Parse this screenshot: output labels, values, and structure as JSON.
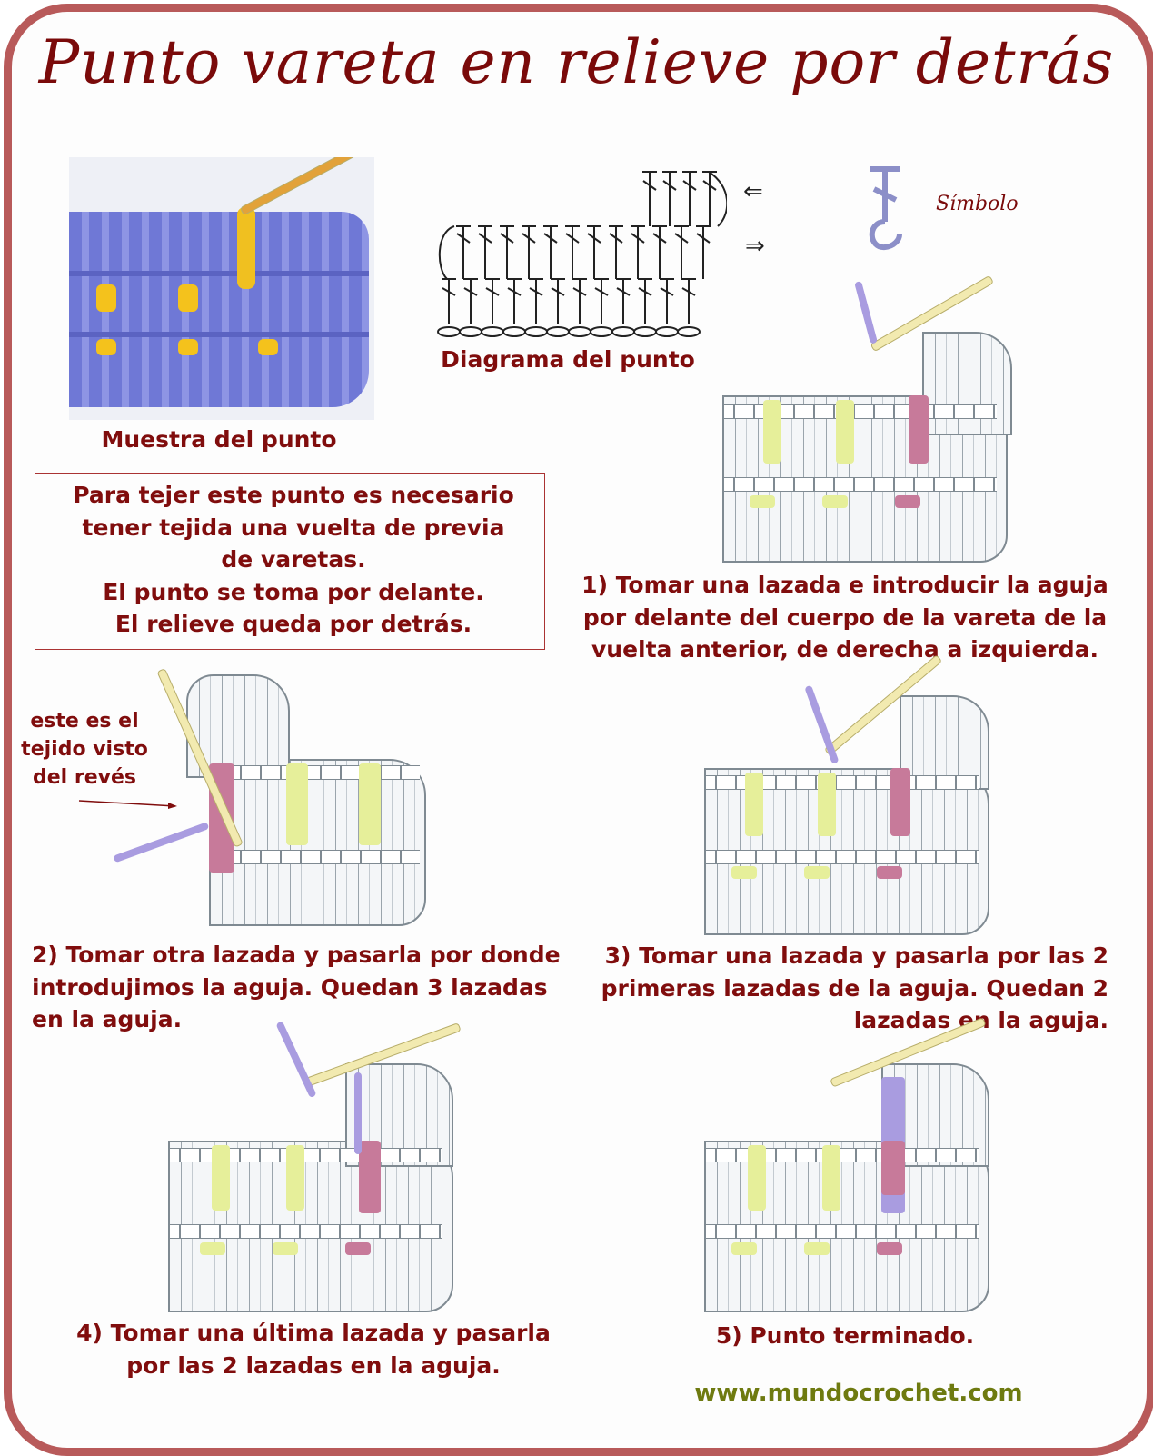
{
  "title": "Punto vareta en relieve por detrás",
  "sample_label": "Muestra del punto",
  "diagram_label": "Diagrama del punto",
  "symbol_label": "Símbolo",
  "diagram_arrows": {
    "left": "⇐",
    "right": "⇒"
  },
  "intro_box": {
    "lines": [
      "Para tejer este punto es necesario",
      "tener tejida una vuelta de previa",
      "de varetas.",
      "El punto se toma por delante.",
      "El relieve queda por detrás."
    ]
  },
  "side_note": {
    "lines": [
      "este es el",
      "tejido visto",
      "del revés"
    ]
  },
  "steps": [
    {
      "lines": [
        "1) Tomar una lazada e introducir la aguja",
        "por delante del cuerpo de la vareta de la",
        "vuelta anterior, de derecha a izquierda."
      ]
    },
    {
      "lines": [
        "2) Tomar otra lazada y pasarla por donde",
        "introdujimos la aguja. Quedan 3 lazadas",
        "en la aguja."
      ]
    },
    {
      "lines": [
        "3) Tomar una lazada y pasarla por las 2",
        "primeras lazadas de la aguja. Quedan 2",
        "lazadas en la aguja."
      ]
    },
    {
      "lines": [
        "4) Tomar una última lazada y pasarla",
        "por las 2 lazadas en la aguja."
      ]
    },
    {
      "lines": [
        "5) Punto terminado."
      ]
    }
  ],
  "website": "www.mundocrochet.com",
  "colors": {
    "title": "#7a0a0a",
    "text": "#800d0d",
    "border": "#b85a5a",
    "yarn_purple": "#a99ce0",
    "yarn_yellow": "#e6ef9a",
    "yarn_pink": "#c77a9a",
    "website": "#6e7a10"
  }
}
